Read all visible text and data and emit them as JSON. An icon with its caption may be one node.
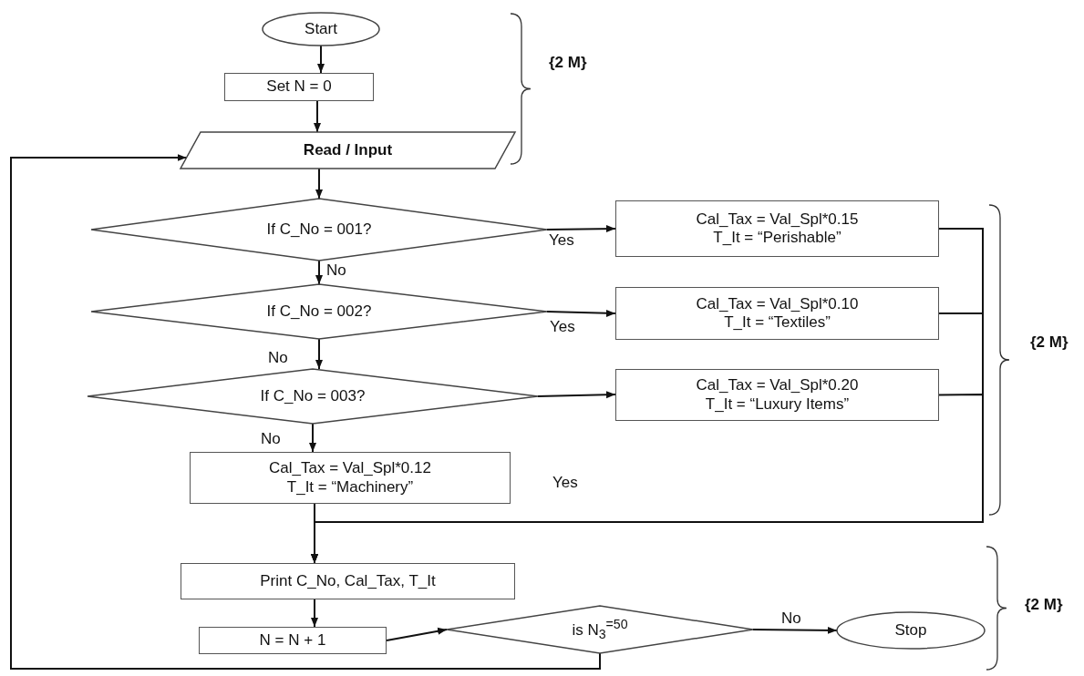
{
  "diagram": {
    "nodes": [
      {
        "text": [
          "Start"
        ]
      },
      {
        "text": [
          "Set N = 0"
        ]
      },
      {
        "text": [
          "Read / Input"
        ]
      },
      {
        "text": [
          "If C_No = 001?"
        ]
      },
      {
        "text": [
          "Cal_Tax = Val_Spl*0.15",
          "T_It = “Perishable”"
        ]
      },
      {
        "text": [
          "If C_No = 002?"
        ]
      },
      {
        "text": [
          "Cal_Tax = Val_Spl*0.10",
          "T_It = “Textiles”"
        ]
      },
      {
        "text": [
          "If C_No = 003?"
        ]
      },
      {
        "text": [
          "Cal_Tax = Val_Spl*0.20",
          "T_It = “Luxury Items”"
        ]
      },
      {
        "text": [
          "Cal_Tax = Val_Spl*0.12",
          "T_It = “Machinery”"
        ]
      },
      {
        "text": [
          "Print C_No, Cal_Tax, T_It"
        ]
      },
      {
        "text": [
          "N = N + 1"
        ]
      },
      {
        "text": [
          "is N$_{3}$$^{=50}$"
        ]
      },
      {
        "text": [
          "Stop"
        ]
      }
    ],
    "edges": [
      {
        "from": 0,
        "to": 1,
        "arrow": "to"
      },
      {
        "from": 1,
        "to": 2,
        "arrow": "to"
      },
      {
        "from": 2,
        "to": 3,
        "arrow": "to"
      },
      {
        "from": 3,
        "to": 4,
        "arrow": "to",
        "label": "Yes"
      },
      {
        "from": 3,
        "to": 5,
        "arrow": "to",
        "label": "No"
      },
      {
        "from": 5,
        "to": 6,
        "arrow": "to",
        "label": "Yes"
      },
      {
        "from": 5,
        "to": 7,
        "arrow": "to",
        "label": "No"
      },
      {
        "from": 7,
        "to": 8,
        "arrow": "to"
      },
      {
        "from": 7,
        "to": 9,
        "arrow": "to",
        "label": "No"
      },
      {
        "from": 9,
        "to": 10,
        "arrow": "to"
      },
      {
        "from": 4,
        "to": 10,
        "arrow": "to"
      },
      {
        "from": 6,
        "to": 10,
        "arrow": "to"
      },
      {
        "from": 8,
        "to": 10,
        "arrow": "to"
      },
      {
        "from": 10,
        "to": 11,
        "arrow": "to"
      },
      {
        "from": 11,
        "to": 12,
        "arrow": "to"
      },
      {
        "from": 12,
        "to": 13,
        "arrow": "to",
        "label": "No"
      },
      {
        "from": 12,
        "to": 2,
        "arrow": "to"
      }
    ],
    "labels": [
      "{2 M}",
      "{2 M}",
      "Yes",
      "{2 M}"
    ]
  }
}
